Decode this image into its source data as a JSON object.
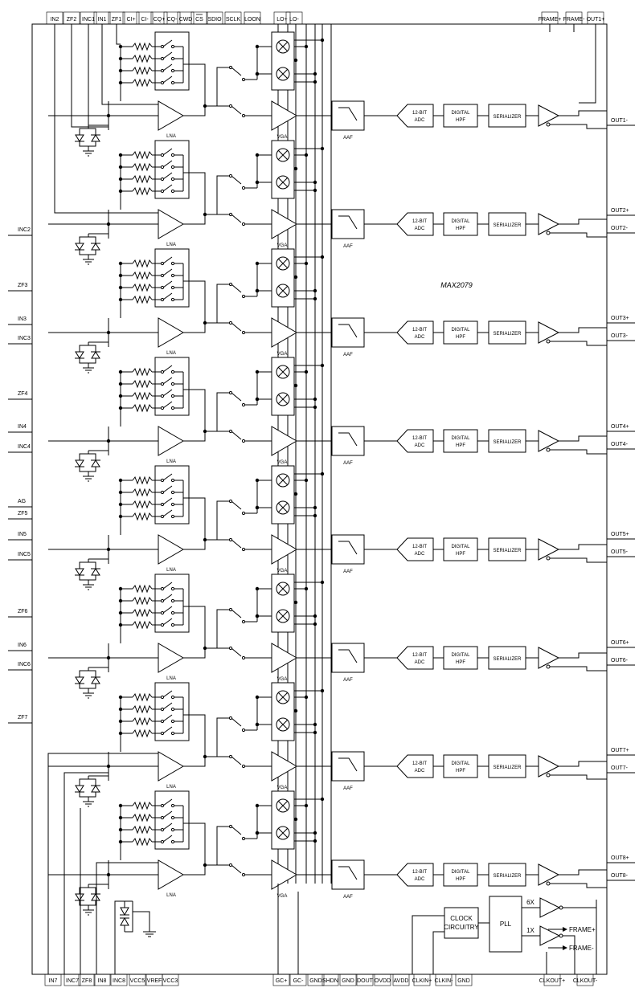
{
  "part_number": "MAX2079",
  "top_pins": [
    "IN2",
    "ZF2",
    "INC1",
    "IN1",
    "ZF1",
    "CI+",
    "CI-",
    "CQ+",
    "CQ-",
    "CWD",
    "CS",
    "SDIO",
    "SCLK",
    "LOON",
    "LO+",
    "LO-",
    "FRAME+",
    "FRAME-",
    "OUT1+"
  ],
  "bottom_pins": [
    "IN7",
    "INC7",
    "ZF8",
    "IN8",
    "INC8",
    "VCC5",
    "VREF",
    "VCC3",
    "GC+",
    "GC-",
    "GND",
    "SHDN",
    "GND",
    "DOUT",
    "OVDD",
    "AVDD",
    "CLKIN+",
    "CLKIN-",
    "GND",
    "CLKOUT+",
    "CLKOUT-"
  ],
  "left_pins": [
    "INC2",
    "ZF3",
    "IN3",
    "INC3",
    "ZF4",
    "IN4",
    "INC4",
    "AG",
    "ZF5",
    "IN5",
    "INC5",
    "ZF6",
    "IN6",
    "INC6",
    "ZF7"
  ],
  "right_pins": [
    "OUT1-",
    "OUT2+",
    "OUT2-",
    "OUT3+",
    "OUT3-",
    "OUT4+",
    "OUT4-",
    "OUT5+",
    "OUT5-",
    "OUT6+",
    "OUT6-",
    "OUT7+",
    "OUT7-",
    "OUT8+",
    "OUT8-"
  ],
  "channel_blocks": {
    "lna": "LNA",
    "vga": "VGA",
    "aaf": "AAF",
    "adc_line1": "12-BIT",
    "adc_line2": "ADC",
    "hpf_line1": "DIGITAL",
    "hpf_line2": "HPF",
    "serializer": "SERIALIZER"
  },
  "clock_blocks": {
    "clock_line1": "CLOCK",
    "clock_line2": "CIRCUITRY",
    "pll": "PLL",
    "mult_6x": "6X",
    "mult_1x": "1X",
    "frame_plus": "FRAME+",
    "frame_minus": "FRAME-"
  }
}
